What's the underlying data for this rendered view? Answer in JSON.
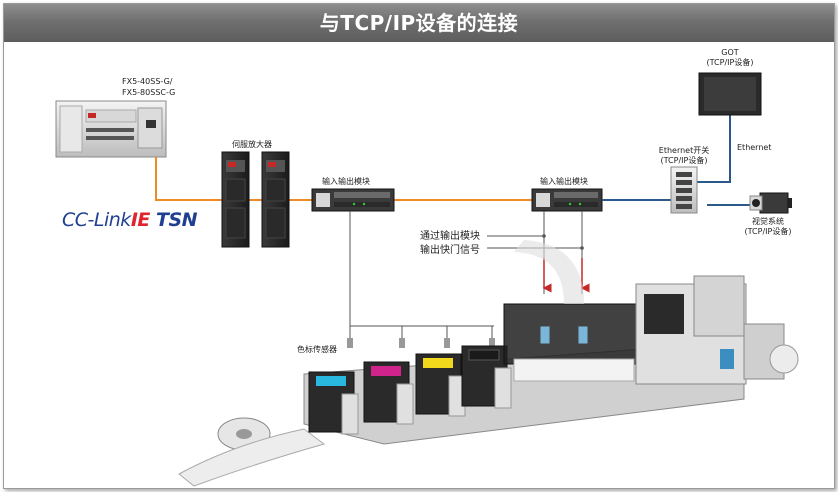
{
  "title": "与TCP/IP设备的连接",
  "labels": {
    "plc_model_1": "FX5-40SS-G/",
    "plc_model_2": "FX5-80SSC-G",
    "servo_amp": "伺服放大器",
    "io_module_1": "输入输出模块",
    "io_module_2": "输入输出模块",
    "got_name": "GOT",
    "got_sub": "(TCP/IP设备)",
    "switch_name": "Ethernet开关",
    "switch_sub": "(TCP/IP设备)",
    "ethernet": "Ethernet",
    "vision_name": "视觉系统",
    "vision_sub": "(TCP/IP设备)",
    "signal_1": "通过输出模块",
    "signal_2": "输出快门信号",
    "color_sensor": "色标传感器"
  },
  "logo": {
    "part1": "CC-Link",
    "part2": "IE",
    "part3": " TSN"
  },
  "colors": {
    "cclink_line": "#f08a24",
    "ethernet_line": "#2b5a8a",
    "sensor_line": "#555555",
    "signal_line": "#c62828",
    "ink_cyan": "#29b8e0",
    "ink_magenta": "#d0248c",
    "ink_yellow": "#f2d81c",
    "ink_black": "#1a1a1a",
    "logo_blue": "#1f3f91",
    "logo_red": "#e0232c"
  }
}
